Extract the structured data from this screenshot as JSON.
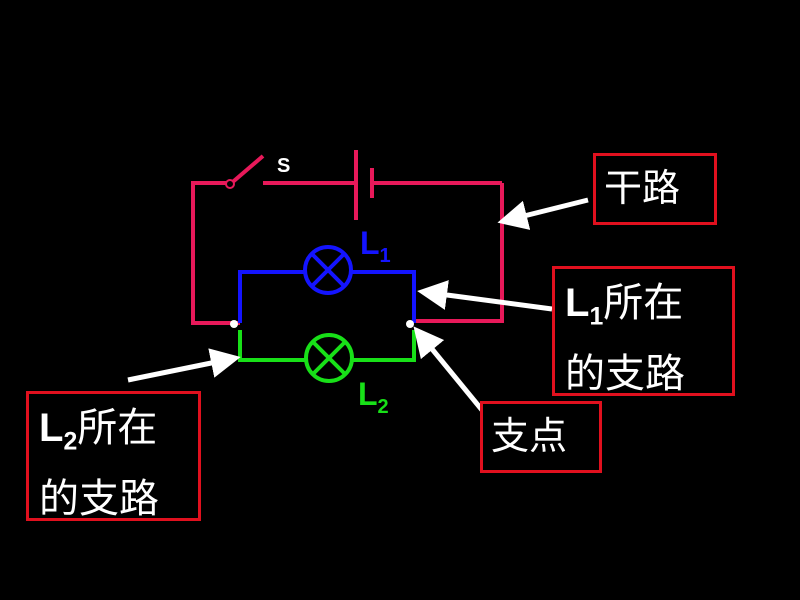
{
  "colors": {
    "background": "#000000",
    "main_circuit": "#e8195a",
    "branch_l1": "#1414ff",
    "branch_l2": "#18e018",
    "box_border": "#e0101e",
    "text": "#ffffff",
    "arrow": "#ffffff"
  },
  "labels": {
    "switch": "S",
    "l1_letter": "L",
    "l1_sub": "1",
    "l2_letter": "L",
    "l2_sub": "2",
    "main_road": "干路",
    "l1_branch_letter": "L",
    "l1_branch_sub": "1",
    "l1_branch_line1_rest": "所在",
    "l1_branch_line2": "的支路",
    "l2_branch_letter": "L",
    "l2_branch_sub": "2",
    "l2_branch_line1_rest": "所在",
    "l2_branch_line2": "的支路",
    "junction": "支点"
  },
  "icons": [
    "lamp-l1-icon",
    "lamp-l2-icon",
    "battery-icon",
    "switch-icon",
    "arrow-icon"
  ]
}
